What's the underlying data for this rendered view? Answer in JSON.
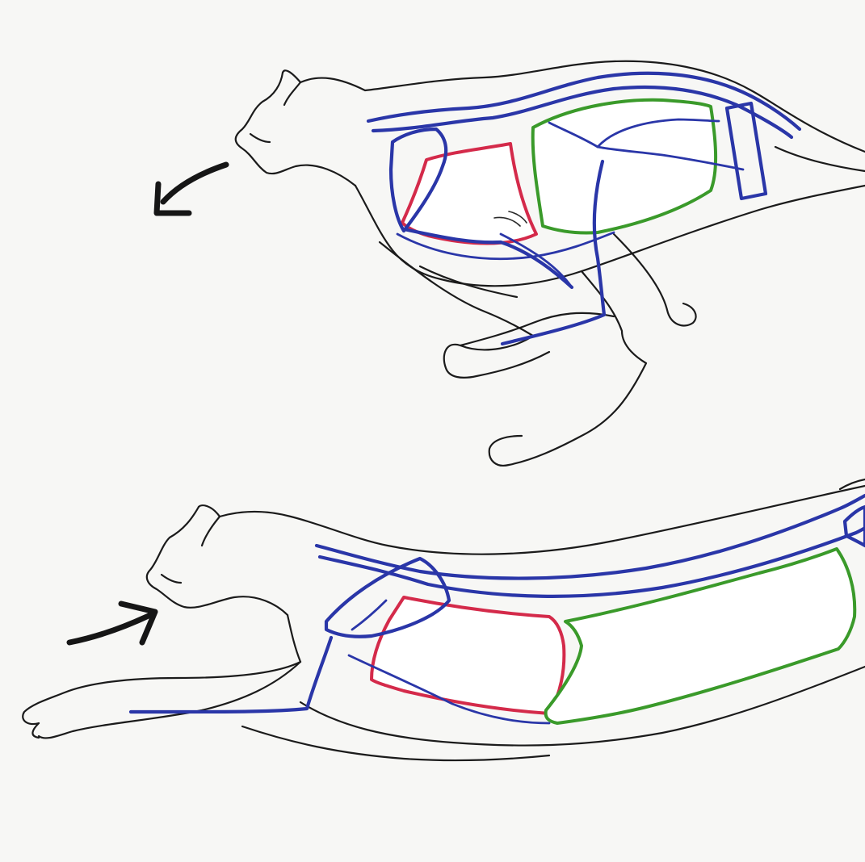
{
  "figure": {
    "background": "#f7f7f5",
    "colors": {
      "outline": "#1b1b1b",
      "spine_and_limb_lines": "#2a36a8",
      "front_region": "#d42a4a",
      "rear_region": "#3a9a2a",
      "arrow": "#161616"
    },
    "icons": {
      "top_arrow": "curved-arrow-down-left-icon",
      "bottom_arrow": "curved-arrow-up-right-icon"
    },
    "panels": [
      {
        "pose": "gathered",
        "arrow_direction": "down-left"
      },
      {
        "pose": "extended",
        "arrow_direction": "up-right"
      }
    ]
  }
}
